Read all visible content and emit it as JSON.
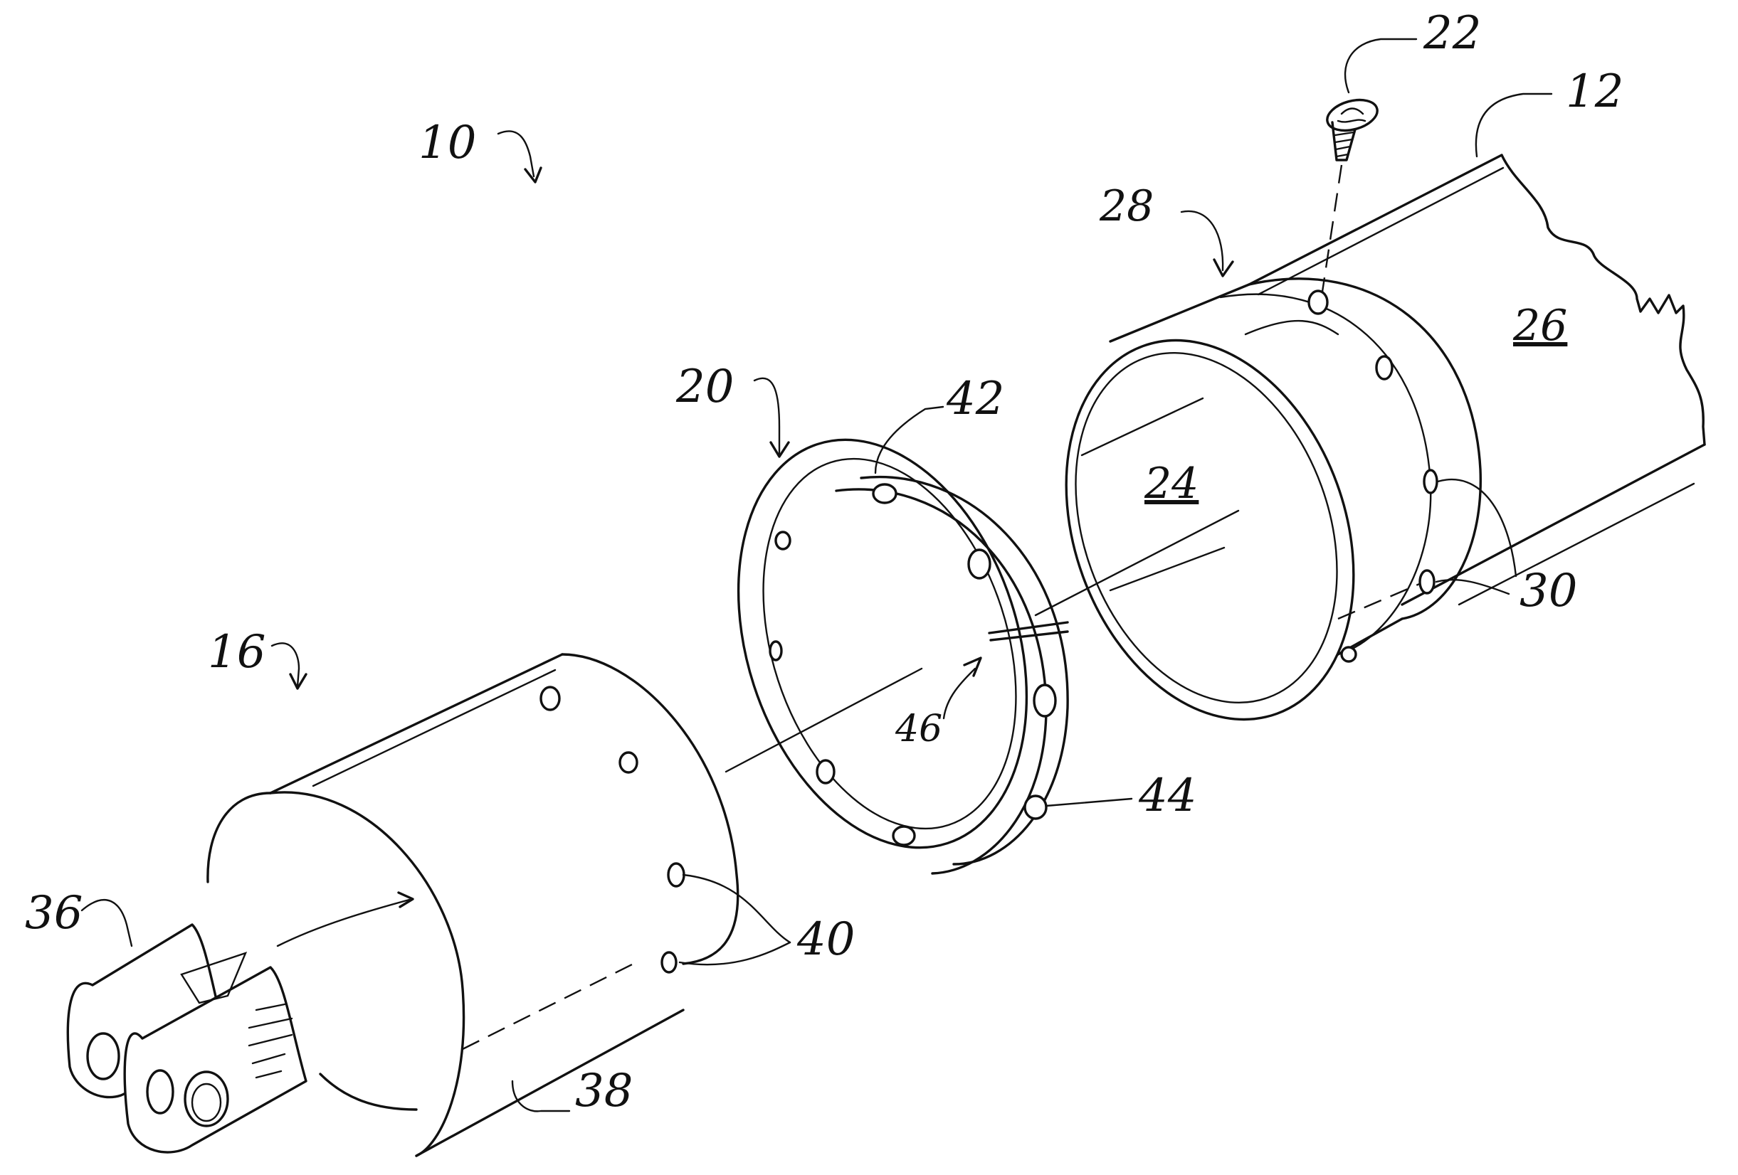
{
  "figure": {
    "labels": {
      "assembly": "10",
      "pole": "12",
      "end_fitting": "16",
      "ring": "20",
      "screw": "22",
      "pole_bore": "24",
      "pole_wall": "26",
      "sleeve": "28",
      "pole_holes": "30",
      "clevis": "36",
      "fitting_body": "38",
      "fitting_holes": "40",
      "ring_top": "42",
      "ring_holes": "44",
      "ring_gap": "46"
    }
  }
}
